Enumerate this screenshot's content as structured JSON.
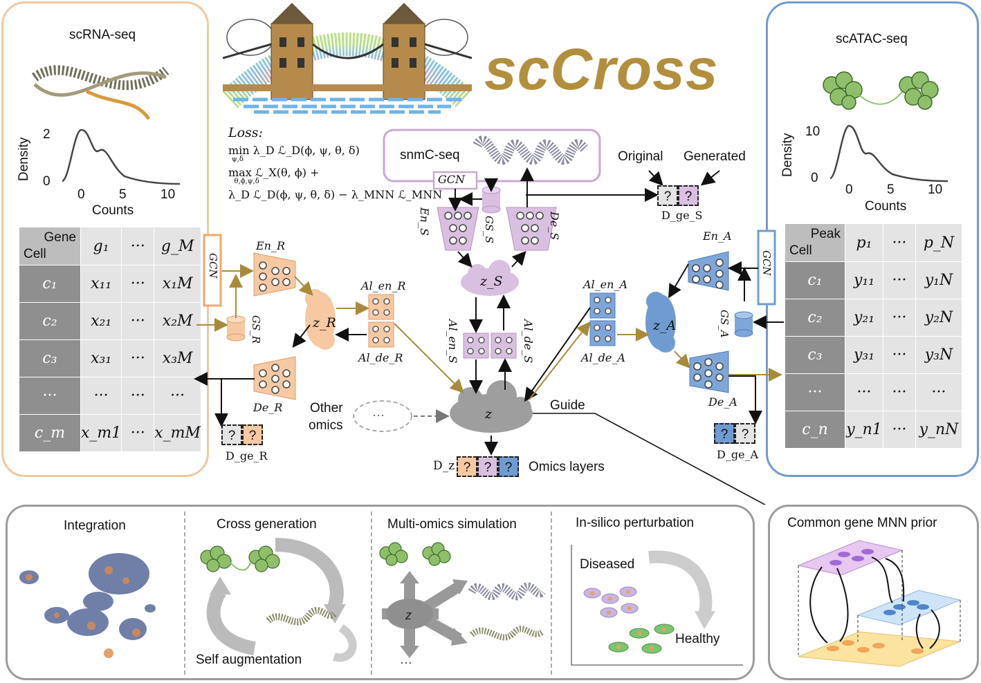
{
  "title": "scCross",
  "colors": {
    "rna": "#f2c7a2",
    "atac": "#6f9bd1",
    "snmc": "#c9a9cf",
    "brand": "#b28f3c",
    "arrow_gold": "#a88a3a",
    "panel_gray": "#9b9b9b"
  },
  "rna_panel": {
    "title": "scRNA-seq",
    "density_label": "Density",
    "counts_label": "Counts",
    "y_ticks": [
      "2",
      "0"
    ],
    "x_ticks": [
      "0",
      "5",
      "10"
    ],
    "corner_top": "Gene",
    "corner_bottom": "Cell",
    "col_headers": [
      "g₁",
      "···",
      "g_M"
    ],
    "rows": [
      {
        "head": "c₁",
        "cells": [
          "x₁₁",
          "···",
          "x₁M"
        ]
      },
      {
        "head": "c₂",
        "cells": [
          "x₂₁",
          "···",
          "x₂M"
        ]
      },
      {
        "head": "c₃",
        "cells": [
          "x₃₁",
          "···",
          "x₃M"
        ]
      },
      {
        "head": "···",
        "cells": [
          "···",
          "···",
          "···"
        ]
      },
      {
        "head": "c_m",
        "cells": [
          "x_m1",
          "···",
          "x_mM"
        ]
      }
    ]
  },
  "atac_panel": {
    "title": "scATAC-seq",
    "density_label": "Density",
    "counts_label": "Counts",
    "y_ticks": [
      "10",
      "0"
    ],
    "x_ticks": [
      "0",
      "5",
      "10"
    ],
    "corner_top": "Peak",
    "corner_bottom": "Cell",
    "col_headers": [
      "p₁",
      "···",
      "p_N"
    ],
    "rows": [
      {
        "head": "c₁",
        "cells": [
          "y₁₁",
          "···",
          "y₁N"
        ]
      },
      {
        "head": "c₂",
        "cells": [
          "y₂₁",
          "···",
          "y₂N"
        ]
      },
      {
        "head": "c₃",
        "cells": [
          "y₃₁",
          "···",
          "y₃N"
        ]
      },
      {
        "head": "···",
        "cells": [
          "···",
          "···",
          "···"
        ]
      },
      {
        "head": "c_n",
        "cells": [
          "y_n1",
          "···",
          "y_nN"
        ]
      }
    ]
  },
  "loss": {
    "label": "Loss:",
    "line1": "min λ_D ℒ_D(ϕ, ψ, θ, δ)",
    "line1_sub": "ψ,δ",
    "line2": "max ℒ_X(θ, ϕ) +",
    "line2_sub": "θ,ϕ,ψ,δ",
    "line3": "λ_D ℒ_D(ϕ, ψ, θ, δ) − λ_MNN ℒ_MNN"
  },
  "center": {
    "snmc_label": "snmC-seq",
    "gcn_label": "GCN",
    "gs_s": "GS_S",
    "gs_r": "GS_R",
    "gs_a": "GS_A",
    "ens": "En_S",
    "des": "De_S",
    "zs": "z_S",
    "z": "z",
    "zr": "z_R",
    "za": "z_A",
    "enr": "En_R",
    "der": "De_R",
    "ena": "En_A",
    "dea": "De_A",
    "al_enr": "Al_en_R",
    "al_der": "Al_de_R",
    "al_ena": "Al_en_A",
    "al_dea": "Al_de_A",
    "al_ens": "Al_en_S",
    "al_des": "Al_de_S",
    "original": "Original",
    "generated": "Generated",
    "dge_s": "D_ge_S",
    "dge_r": "D_ge_R",
    "dge_a": "D_ge_A",
    "dz": "D_z",
    "omics_layers": "Omics layers",
    "other_omics_1": "Other",
    "other_omics_2": "omics",
    "ellipsis": "···",
    "guide": "Guide",
    "question": "?"
  },
  "apps": {
    "integration": "Integration",
    "cross_generation": "Cross generation",
    "self_augmentation": "Self augmentation",
    "multi_omics": "Multi-omics simulation",
    "perturbation": "In-silico perturbation",
    "diseased": "Diseased",
    "healthy": "Healthy",
    "z": "z",
    "dots": "···"
  },
  "mnn": {
    "title": "Common gene MNN prior"
  }
}
